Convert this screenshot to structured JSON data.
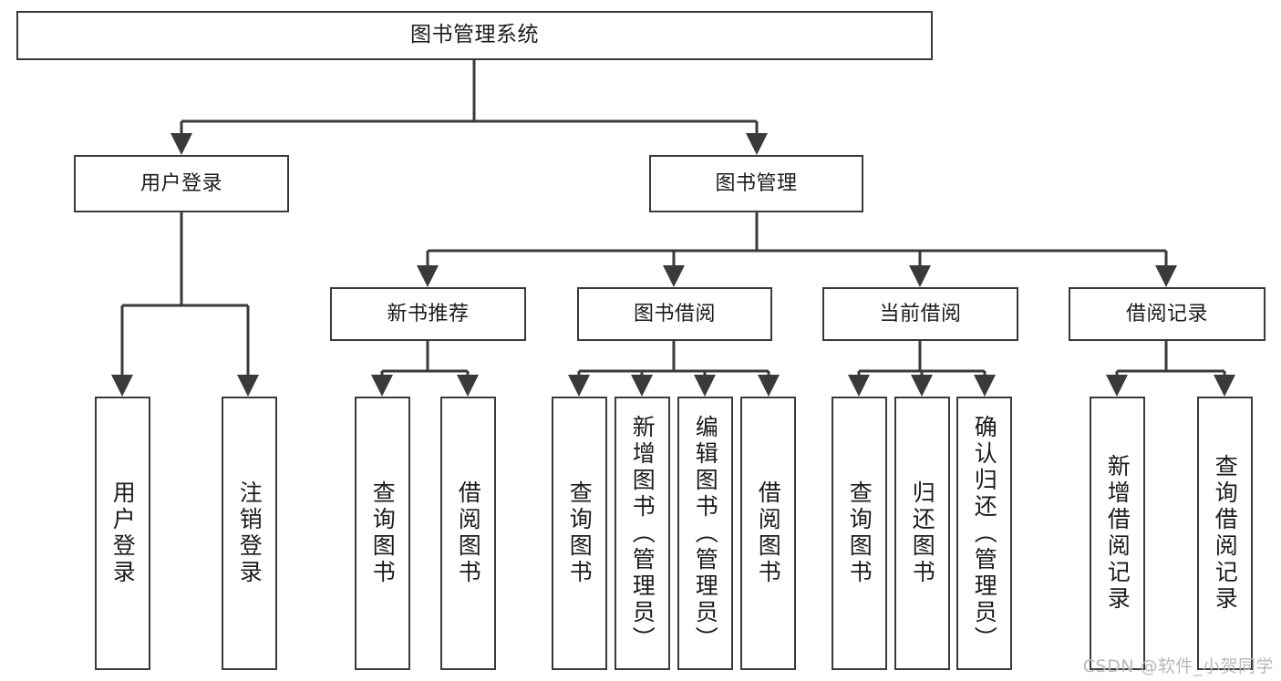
{
  "diagram": {
    "type": "tree",
    "title": "图书管理系统",
    "root": {
      "id": "root",
      "label": "图书管理系统"
    },
    "level2": [
      {
        "id": "user-login",
        "label": "用户登录"
      },
      {
        "id": "book-manage",
        "label": "图书管理"
      }
    ],
    "level3": [
      {
        "id": "new-book-rec",
        "label": "新书推荐"
      },
      {
        "id": "book-borrow",
        "label": "图书借阅"
      },
      {
        "id": "current-borrow",
        "label": "当前借阅"
      },
      {
        "id": "borrow-record",
        "label": "借阅记录"
      }
    ],
    "leaves": {
      "user_login": [
        {
          "id": "leaf-user-login",
          "label": "用户登录"
        },
        {
          "id": "leaf-logout",
          "label": "注销登录"
        }
      ],
      "new_book_rec": [
        {
          "id": "leaf-query-book-1",
          "label": "查询图书"
        },
        {
          "id": "leaf-borrow-book-1",
          "label": "借阅图书"
        }
      ],
      "book_borrow": [
        {
          "id": "leaf-query-book-2",
          "label": "查询图书"
        },
        {
          "id": "leaf-add-book",
          "label": "新增图书（管理员）"
        },
        {
          "id": "leaf-edit-book",
          "label": "编辑图书（管理员）"
        },
        {
          "id": "leaf-borrow-book-2",
          "label": "借阅图书"
        }
      ],
      "current_borrow": [
        {
          "id": "leaf-query-book-3",
          "label": "查询图书"
        },
        {
          "id": "leaf-return-book",
          "label": "归还图书"
        },
        {
          "id": "leaf-confirm-return",
          "label": "确认归还（管理员）"
        }
      ],
      "borrow_record": [
        {
          "id": "leaf-add-record",
          "label": "新增借阅记录"
        },
        {
          "id": "leaf-query-record",
          "label": "查询借阅记录"
        }
      ]
    }
  },
  "watermark": {
    "text": "CSDN @软件_小贺同学"
  },
  "colors": {
    "border": "#3a3a3a",
    "text": "#1b1b1b",
    "background": "#ffffff",
    "watermark": "#b9b9b9"
  }
}
